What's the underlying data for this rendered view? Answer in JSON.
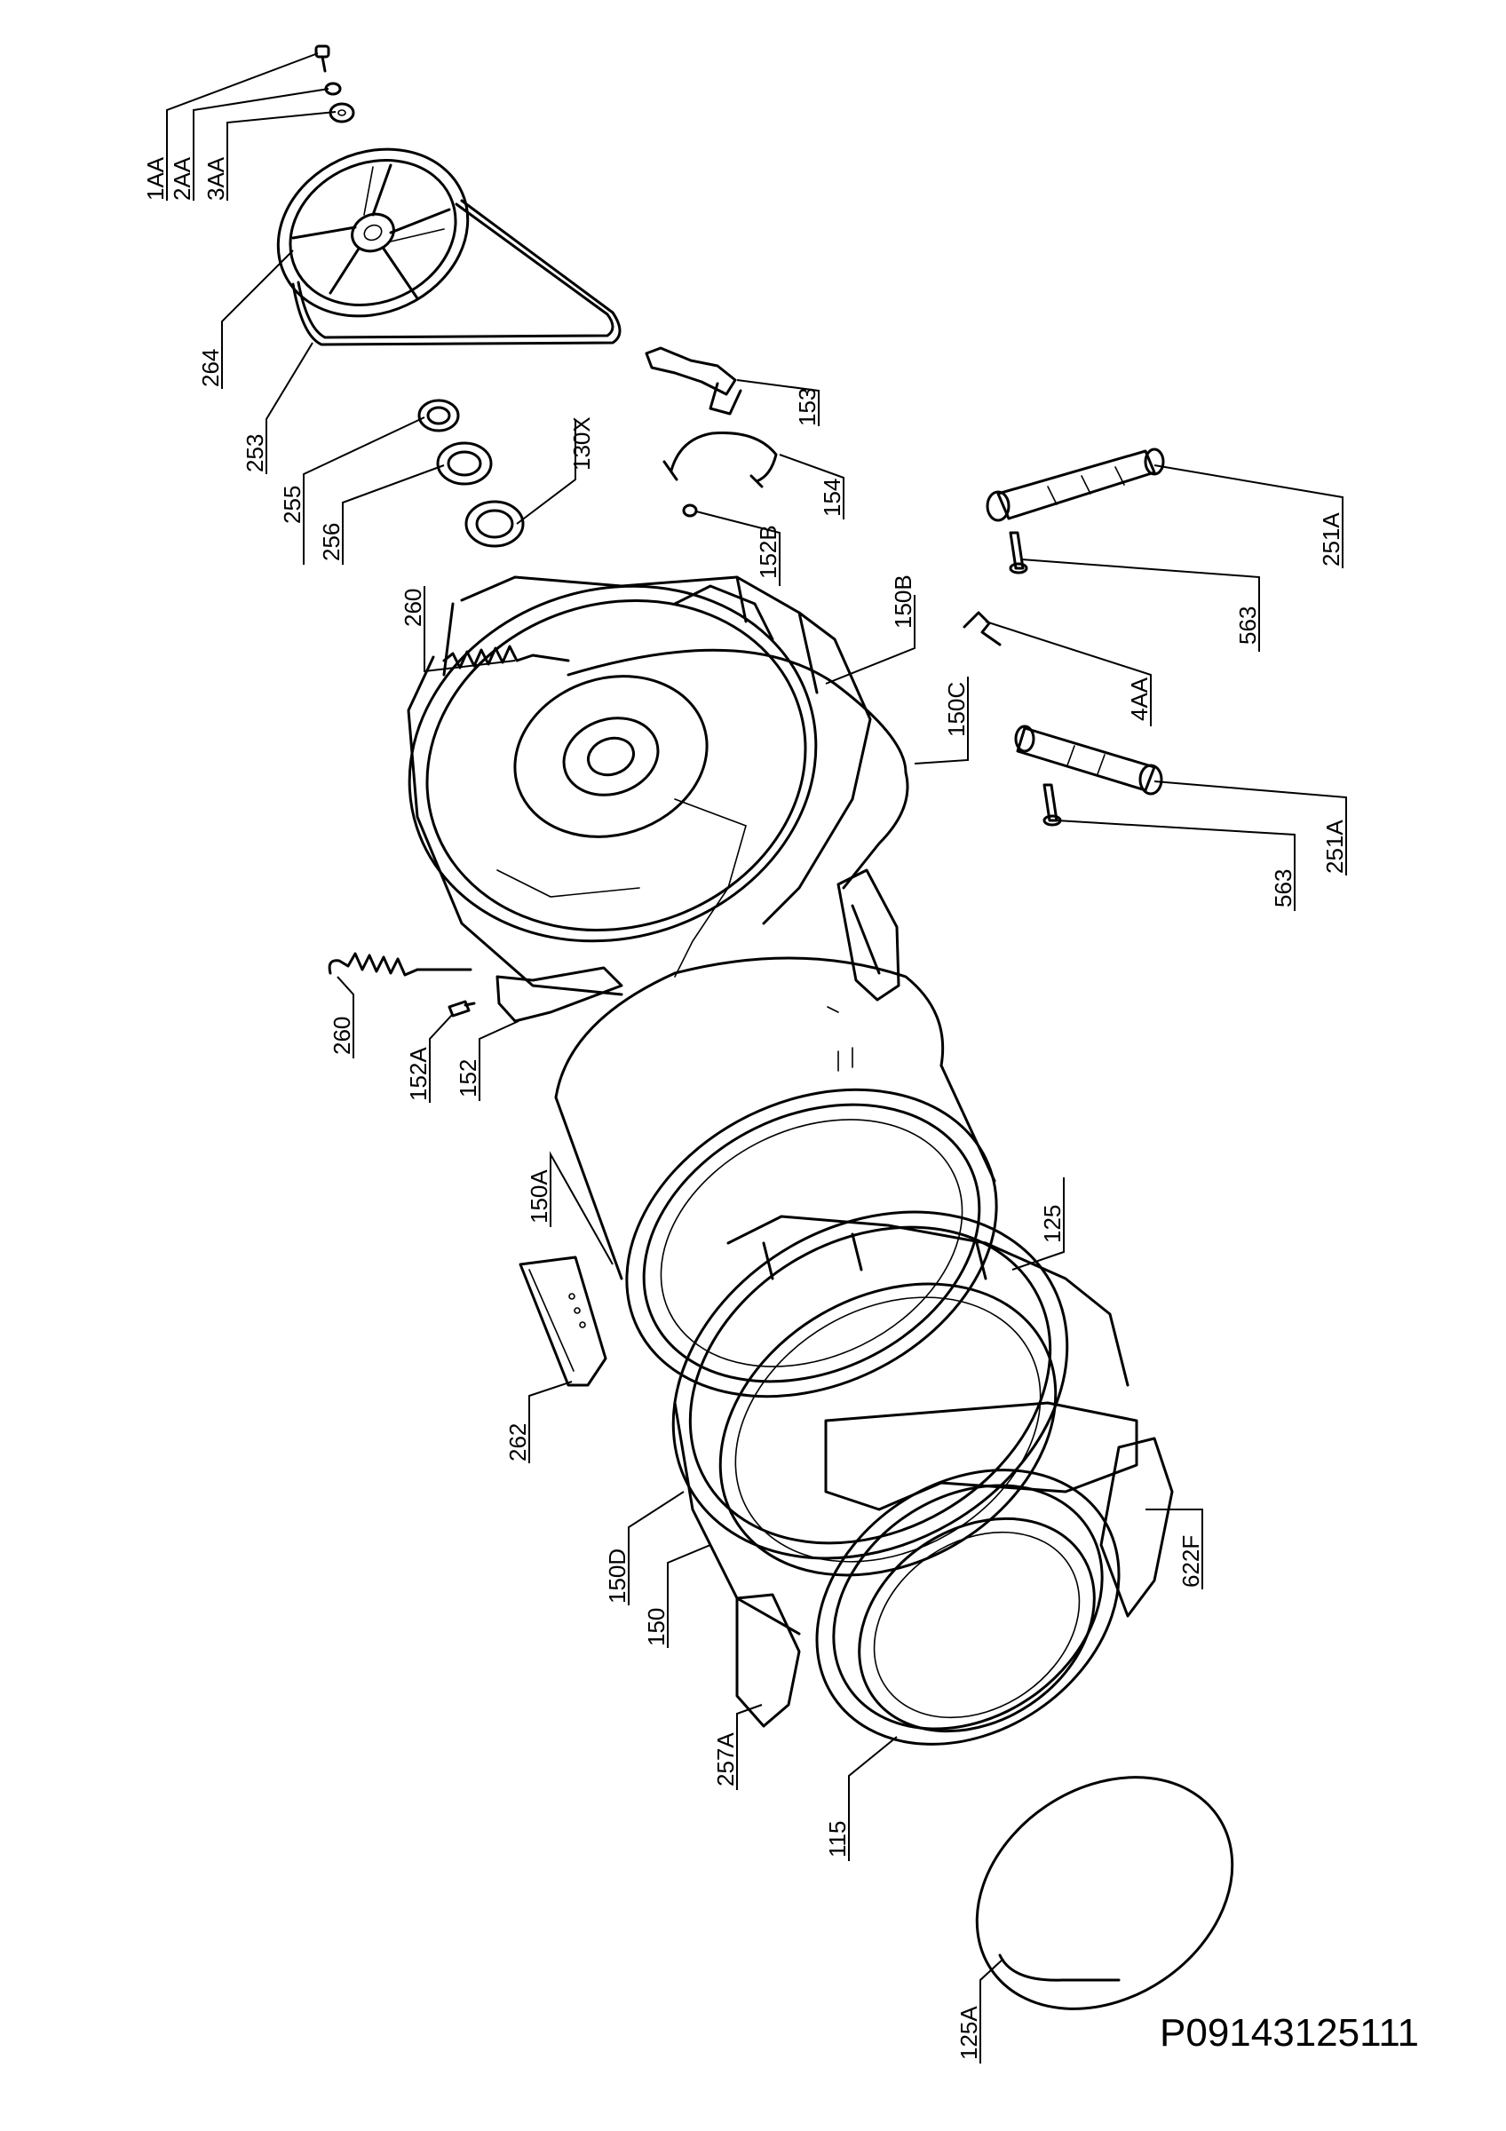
{
  "drawing_code": "P09143125111",
  "callouts": [
    {
      "id": "1AA",
      "label": "1AA"
    },
    {
      "id": "2AA",
      "label": "2AA"
    },
    {
      "id": "3AA",
      "label": "3AA"
    },
    {
      "id": "264",
      "label": "264"
    },
    {
      "id": "253",
      "label": "253"
    },
    {
      "id": "255",
      "label": "255"
    },
    {
      "id": "256",
      "label": "256"
    },
    {
      "id": "130X",
      "label": "130X"
    },
    {
      "id": "153",
      "label": "153"
    },
    {
      "id": "154",
      "label": "154"
    },
    {
      "id": "152B",
      "label": "152B"
    },
    {
      "id": "251A-top",
      "label": "251A"
    },
    {
      "id": "563-top",
      "label": "563"
    },
    {
      "id": "260-top",
      "label": "260"
    },
    {
      "id": "150B",
      "label": "150B"
    },
    {
      "id": "150C",
      "label": "150C"
    },
    {
      "id": "4AA",
      "label": "4AA"
    },
    {
      "id": "251A-mid",
      "label": "251A"
    },
    {
      "id": "563-mid",
      "label": "563"
    },
    {
      "id": "260-mid",
      "label": "260"
    },
    {
      "id": "152A",
      "label": "152A"
    },
    {
      "id": "152",
      "label": "152"
    },
    {
      "id": "150A",
      "label": "150A"
    },
    {
      "id": "125",
      "label": "125"
    },
    {
      "id": "262",
      "label": "262"
    },
    {
      "id": "150D",
      "label": "150D"
    },
    {
      "id": "150",
      "label": "150"
    },
    {
      "id": "622F",
      "label": "622F"
    },
    {
      "id": "257A",
      "label": "257A"
    },
    {
      "id": "115",
      "label": "115"
    },
    {
      "id": "125A",
      "label": "125A"
    }
  ]
}
